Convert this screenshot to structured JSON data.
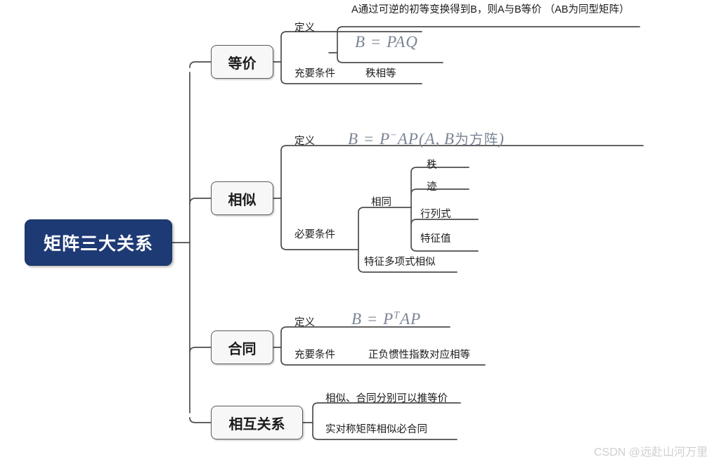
{
  "diagram": {
    "title": "矩阵三大关系",
    "colors": {
      "root_fill": "#1e3a75",
      "root_text": "#ffffff",
      "branch_fill": "#f7f7f7",
      "branch_border": "#5a5a5a",
      "wire": "#4d4d4d",
      "formula_text": "#7c8596",
      "watermark": "#cfcfcf"
    },
    "root": {
      "label": "矩阵三大关系"
    },
    "branches": [
      {
        "label": "等价",
        "children": [
          {
            "label": "定义",
            "note": "A通过可逆的初等变换得到B，则A与B等价 （AB为同型矩阵）",
            "formula": "B = PAQ"
          },
          {
            "label": "充要条件",
            "note": "秩相等"
          }
        ]
      },
      {
        "label": "相似",
        "children": [
          {
            "label": "定义",
            "formula": "B = P⁻AP(A,B为方阵)"
          },
          {
            "label": "必要条件",
            "children": [
              {
                "label": "相同",
                "children": [
                  {
                    "label": "秩"
                  },
                  {
                    "label": "迹"
                  },
                  {
                    "label": "行列式"
                  },
                  {
                    "label": "特征值"
                  }
                ]
              },
              {
                "label": "特征多项式相似"
              }
            ]
          }
        ]
      },
      {
        "label": "合同",
        "children": [
          {
            "label": "定义",
            "formula": "B = P^T AP"
          },
          {
            "label": "充要条件",
            "note": "正负惯性指数对应相等"
          }
        ]
      },
      {
        "label": "相互关系",
        "children": [
          {
            "label": "相似、合同分别可以推等价"
          },
          {
            "label": "实对称矩阵相似必合同"
          }
        ]
      }
    ],
    "watermark": "CSDN @远赴山河万里"
  }
}
